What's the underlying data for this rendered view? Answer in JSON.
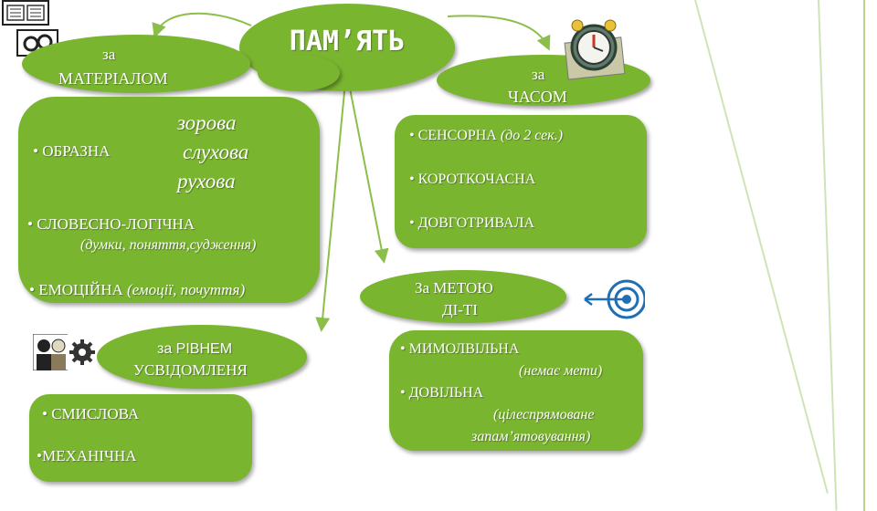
{
  "title": "ПАМ’ЯТЬ",
  "material": {
    "label_top": "за",
    "label_bottom": "МАТЕРІАЛОМ",
    "figurative": "• ОБРАЗНА",
    "figurative_sub": [
      "зорова",
      "слухова",
      "рухова"
    ],
    "verbal": "• СЛОВЕСНО-ЛОГІЧНА",
    "verbal_note": "(думки, поняття,судження)",
    "emotional": "• ЕМОЦІЙНА",
    "emotional_note": "(емоції, почуття)"
  },
  "time": {
    "label_top": "за",
    "label_bottom": "ЧАСОМ",
    "sensory": "• СЕНСОРНА",
    "sensory_note": "(до 2 сек.)",
    "short": "• КОРОТКОЧАСНА",
    "long": "• ДОВГОТРИВАЛА"
  },
  "purpose": {
    "label_top": "За МЕТОЮ",
    "label_bottom": "ДІ-ТІ",
    "involuntary": "• МИМОЛВІЛЬНА",
    "involuntary_note": "(немає мети)",
    "voluntary": "• ДОВІЛЬНА",
    "voluntary_note_1": "(цілеспрямоване",
    "voluntary_note_2": "запам’ятовування)"
  },
  "awareness": {
    "label_top": "за РІВНЕМ",
    "label_bottom": "УСВІДОМЛЕНЯ",
    "semantic": "• СМИСЛОВА",
    "mechanical": "•МЕХАНІЧНА"
  },
  "colors": {
    "green": "#7ab530",
    "line": "#8cbf4a",
    "text": "#ffffff"
  },
  "icons": [
    "book-icon",
    "glasses-icon",
    "alarm-clock-icon",
    "target-icon",
    "gear-icon",
    "people-icon"
  ]
}
